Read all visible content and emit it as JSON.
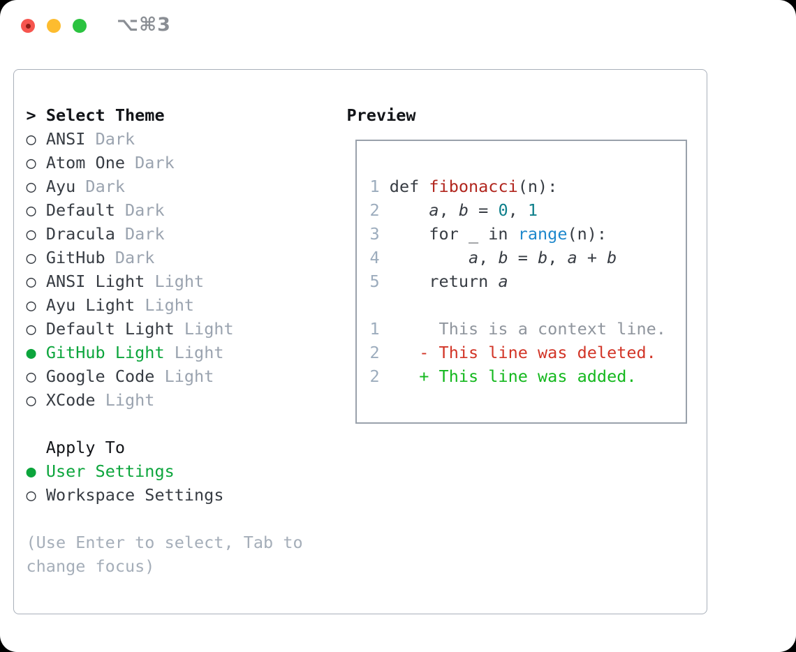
{
  "window": {
    "title": "⌥⌘3",
    "traffic_lights": [
      {
        "name": "close",
        "color": "#f6554e",
        "dot_color": "#8e1d16"
      },
      {
        "name": "minimize",
        "color": "#fdbc2f"
      },
      {
        "name": "zoom",
        "color": "#2bc340"
      }
    ]
  },
  "icons": {
    "focus_caret": ">",
    "radio_unselected": "○",
    "radio_selected": "●"
  },
  "theme_panel": {
    "header": {
      "prefix": ">",
      "label": "Select Theme"
    },
    "items": [
      {
        "label": "ANSI",
        "variant": "Dark",
        "selected": false
      },
      {
        "label": "Atom One",
        "variant": "Dark",
        "selected": false
      },
      {
        "label": "Ayu",
        "variant": "Dark",
        "selected": false
      },
      {
        "label": "Default",
        "variant": "Dark",
        "selected": false
      },
      {
        "label": "Dracula",
        "variant": "Dark",
        "selected": false
      },
      {
        "label": "GitHub",
        "variant": "Dark",
        "selected": false
      },
      {
        "label": "ANSI Light",
        "variant": "Light",
        "selected": false
      },
      {
        "label": "Ayu Light",
        "variant": "Light",
        "selected": false
      },
      {
        "label": "Default Light",
        "variant": "Light",
        "selected": false
      },
      {
        "label": "GitHub Light",
        "variant": "Light",
        "selected": true
      },
      {
        "label": "Google Code",
        "variant": "Light",
        "selected": false
      },
      {
        "label": "XCode",
        "variant": "Light",
        "selected": false
      }
    ],
    "apply_to": {
      "label": "Apply To",
      "options": [
        {
          "label": "User Settings",
          "selected": true
        },
        {
          "label": "Workspace Settings",
          "selected": false
        }
      ]
    },
    "hint": "(Use Enter to select, Tab to change focus)"
  },
  "preview": {
    "title": "Preview",
    "lines": [
      {
        "num": "1",
        "segs": [
          [
            "plain",
            " def "
          ],
          [
            "func",
            "fibonacci"
          ],
          [
            "plain",
            "(n):"
          ]
        ]
      },
      {
        "num": "2",
        "segs": [
          [
            "plain",
            "     "
          ],
          [
            "var",
            "a"
          ],
          [
            "plain",
            ", "
          ],
          [
            "var",
            "b"
          ],
          [
            "plain",
            " = "
          ],
          [
            "numlit",
            "0"
          ],
          [
            "plain",
            ", "
          ],
          [
            "numlit",
            "1"
          ]
        ]
      },
      {
        "num": "3",
        "segs": [
          [
            "plain",
            "     for _ in "
          ],
          [
            "call",
            "range"
          ],
          [
            "plain",
            "(n):"
          ]
        ]
      },
      {
        "num": "4",
        "segs": [
          [
            "plain",
            "         "
          ],
          [
            "var",
            "a"
          ],
          [
            "plain",
            ", "
          ],
          [
            "var",
            "b"
          ],
          [
            "plain",
            " = "
          ],
          [
            "var",
            "b"
          ],
          [
            "plain",
            ", "
          ],
          [
            "var",
            "a"
          ],
          [
            "plain",
            " + "
          ],
          [
            "var",
            "b"
          ]
        ]
      },
      {
        "num": "5",
        "segs": [
          [
            "plain",
            "     return "
          ],
          [
            "var",
            "a"
          ]
        ]
      },
      {
        "num": "",
        "segs": []
      },
      {
        "num": "1",
        "segs": [
          [
            "ctx",
            "      This is a context line."
          ]
        ]
      },
      {
        "num": "2",
        "segs": [
          [
            "plain",
            "    "
          ],
          [
            "del",
            "- This line was deleted."
          ]
        ]
      },
      {
        "num": "2",
        "segs": [
          [
            "plain",
            "    "
          ],
          [
            "add",
            "+ This line was added."
          ]
        ]
      }
    ]
  },
  "colors": {
    "selected_green": "#0ca53c",
    "added_green": "#14b81e",
    "deleted_red": "#d23527",
    "function_red": "#b1261e",
    "number_teal": "#0e7f8b",
    "call_blue": "#1e88cc",
    "muted_gray": "#9aa3af",
    "line_number_gray": "#9cacbd",
    "panel_border": "#a9b0ba"
  }
}
